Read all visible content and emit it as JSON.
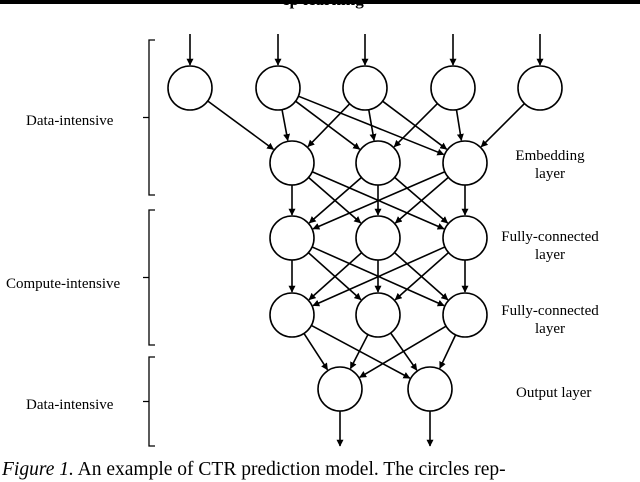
{
  "header": {
    "fragment": "ep learning"
  },
  "sections": [
    {
      "label": "Data-intensive"
    },
    {
      "label": "Compute-intensive"
    },
    {
      "label": "Data-intensive"
    }
  ],
  "layers": [
    {
      "label": "",
      "nodes": 5
    },
    {
      "label": "Embedding\nlayer",
      "nodes": 3
    },
    {
      "label": "Fully-connected\nlayer",
      "nodes": 3
    },
    {
      "label": "Fully-connected\nlayer",
      "nodes": 3
    },
    {
      "label": "Output layer",
      "nodes": 2
    }
  ],
  "caption": {
    "figure": "Figure 1.",
    "text": " An example of CTR prediction model. The circles rep-"
  }
}
